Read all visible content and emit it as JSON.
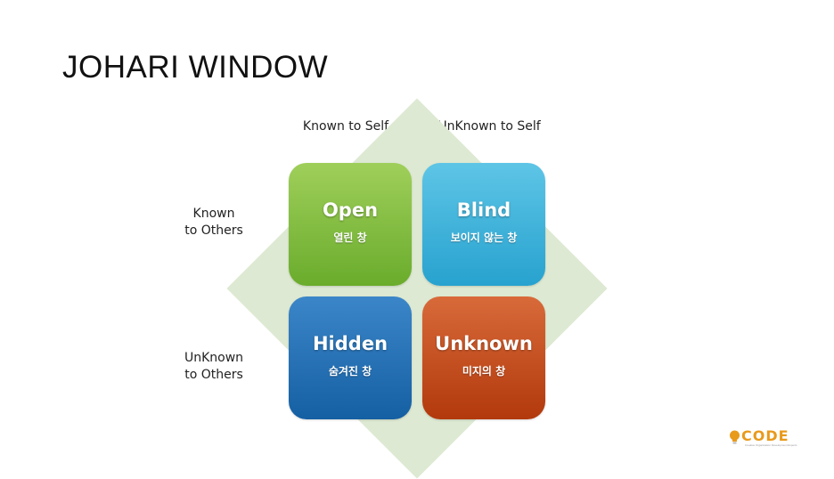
{
  "title": "JOHARI WINDOW",
  "columns": [
    "Known to Self",
    "UnKnown to Self"
  ],
  "rows": [
    {
      "line1": "Known",
      "line2": "to Others"
    },
    {
      "line1": "UnKnown",
      "line2": "to Others"
    }
  ],
  "quadrants": {
    "open": {
      "title": "Open",
      "subtitle": "열린 창"
    },
    "blind": {
      "title": "Blind",
      "subtitle": "보이지 않는 창"
    },
    "hidden": {
      "title": "Hidden",
      "subtitle": "숨겨진 창"
    },
    "unknown": {
      "title": "Unknown",
      "subtitle": "미지의 창"
    }
  },
  "logo": {
    "text": "CODE",
    "tagline": "Creative Organization Development Experts"
  },
  "colors": {
    "open": "#7dbb3c",
    "blind": "#35b0d8",
    "hidden": "#1f6fb5",
    "unknown": "#c24a1c",
    "diamond": "#dde9d2",
    "logo": "#e89a1c"
  }
}
